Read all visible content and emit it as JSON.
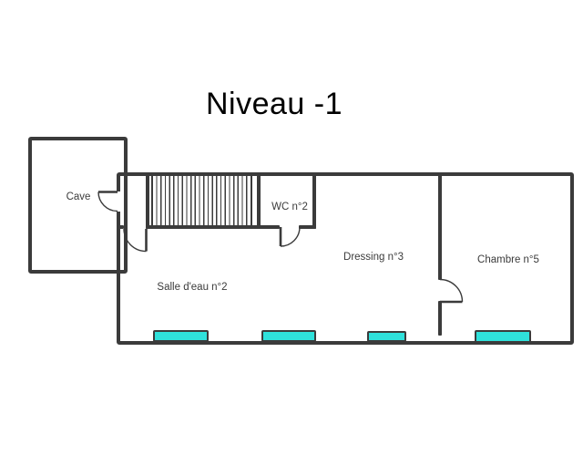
{
  "title": "Niveau -1",
  "floorplan": {
    "rooms": [
      {
        "name": "cave",
        "label": "Cave"
      },
      {
        "name": "wc",
        "label": "WC n°2"
      },
      {
        "name": "dressing",
        "label": "Dressing n°3"
      },
      {
        "name": "chambre",
        "label": "Chambre n°5"
      },
      {
        "name": "salle-deau",
        "label": "Salle d'eau n°2"
      }
    ],
    "features": {
      "staircase": "hatched stair run between Cave and WC n°2",
      "windows_count": 4,
      "doors_count": 4
    },
    "colors": {
      "wall": "#3b3b3b",
      "window_fill": "#2fe1db",
      "background": "#ffffff",
      "title_text": "#000000"
    }
  }
}
